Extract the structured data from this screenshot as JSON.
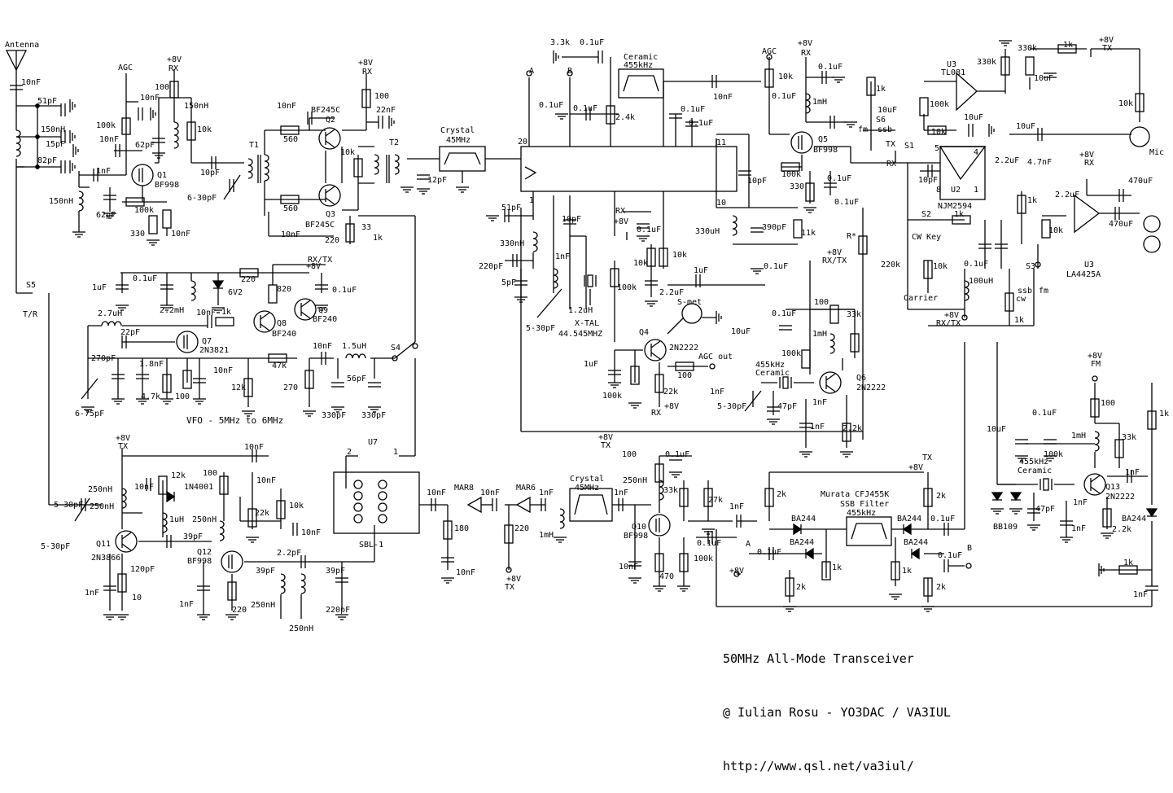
{
  "credits": {
    "title": "50MHz All-Mode Transceiver",
    "author": "@ Iulian Rosu - YO3DAC / VA3IUL",
    "url": "http://www.qsl.net/va3iul/"
  },
  "vfo_caption": "VFO - 5MHz to 6MHz",
  "labels": [
    {
      "id": "ant",
      "t": "Antenna"
    },
    {
      "id": "c10n_a",
      "t": "10nF"
    },
    {
      "id": "c51p",
      "t": "51pF"
    },
    {
      "id": "l150n_a",
      "t": "150nH"
    },
    {
      "id": "c15p",
      "t": "15pF"
    },
    {
      "id": "c82p",
      "t": "82pF"
    },
    {
      "id": "agc1",
      "t": "AGC"
    },
    {
      "id": "p8v_rx1",
      "t": "+8V"
    },
    {
      "id": "rx1",
      "t": "RX"
    },
    {
      "id": "r100_a",
      "t": "100"
    },
    {
      "id": "c10n_b",
      "t": "10nF"
    },
    {
      "id": "l150n_b",
      "t": "150nH"
    },
    {
      "id": "r100k_a",
      "t": "100k"
    },
    {
      "id": "c10n_c",
      "t": "10nF"
    },
    {
      "id": "c62p_a",
      "t": "62pF"
    },
    {
      "id": "r10k_a",
      "t": "10k"
    },
    {
      "id": "q1",
      "t": "Q1"
    },
    {
      "id": "bf998_1",
      "t": "BF998"
    },
    {
      "id": "c1n_a",
      "t": "1nF"
    },
    {
      "id": "c10p_a",
      "t": "10pF"
    },
    {
      "id": "t1",
      "t": "T1"
    },
    {
      "id": "c630_a",
      "t": "6-30pF"
    },
    {
      "id": "l150n_c",
      "t": "150nH"
    },
    {
      "id": "c62p_b",
      "t": "62pF"
    },
    {
      "id": "r100k_b",
      "t": "100k"
    },
    {
      "id": "r330_a",
      "t": "330"
    },
    {
      "id": "c10n_d",
      "t": "10nF"
    },
    {
      "id": "c10n_e",
      "t": "10nF"
    },
    {
      "id": "bf245c_1",
      "t": "BF245C"
    },
    {
      "id": "q2",
      "t": "Q2"
    },
    {
      "id": "r560_a",
      "t": "560"
    },
    {
      "id": "r10k_b",
      "t": "10k"
    },
    {
      "id": "q3",
      "t": "Q3"
    },
    {
      "id": "r560_b",
      "t": "560"
    },
    {
      "id": "bf245c_2",
      "t": "BF245C"
    },
    {
      "id": "c10n_f",
      "t": "10nF"
    },
    {
      "id": "p8v_rx2",
      "t": "+8V"
    },
    {
      "id": "rx2",
      "t": "RX"
    },
    {
      "id": "r100_b",
      "t": "100"
    },
    {
      "id": "c22n",
      "t": "22nF"
    },
    {
      "id": "t2",
      "t": "T2"
    },
    {
      "id": "c12p",
      "t": "12pF"
    },
    {
      "id": "xtal45_a",
      "t": "Crystal"
    },
    {
      "id": "xtal45_a2",
      "t": "45MHz"
    },
    {
      "id": "r33_a",
      "t": "33"
    },
    {
      "id": "r220_a",
      "t": "220"
    },
    {
      "id": "r1k_a",
      "t": "1k"
    },
    {
      "id": "s5",
      "t": "S5"
    },
    {
      "id": "tr",
      "t": "T/R"
    },
    {
      "id": "c01u_a",
      "t": "0.1uF"
    },
    {
      "id": "r220_b",
      "t": "220"
    },
    {
      "id": "rxtx1",
      "t": "RX/TX"
    },
    {
      "id": "p8v_3",
      "t": "+8V"
    },
    {
      "id": "c1u_a",
      "t": "1uF"
    },
    {
      "id": "l22m",
      "t": "2.2mH"
    },
    {
      "id": "z6v2",
      "t": "6V2"
    },
    {
      "id": "r820",
      "t": "820"
    },
    {
      "id": "c01u_b",
      "t": "0.1uF"
    },
    {
      "id": "l27u",
      "t": "2.7uH"
    },
    {
      "id": "c10n_g",
      "t": "10nF"
    },
    {
      "id": "r1k_b",
      "t": "1k"
    },
    {
      "id": "q9",
      "t": "Q9"
    },
    {
      "id": "bf240_9",
      "t": "BF240"
    },
    {
      "id": "c22p",
      "t": "22pF"
    },
    {
      "id": "q8",
      "t": "Q8"
    },
    {
      "id": "bf240_8",
      "t": "BF240"
    },
    {
      "id": "q7",
      "t": "Q7"
    },
    {
      "id": "n3821",
      "t": "2N3821"
    },
    {
      "id": "c270p_a",
      "t": "270pF"
    },
    {
      "id": "c18n",
      "t": "1.8nF"
    },
    {
      "id": "c10n_h",
      "t": "10nF"
    },
    {
      "id": "r47k",
      "t": "47k"
    },
    {
      "id": "c10n_i",
      "t": "10nF"
    },
    {
      "id": "l15u",
      "t": "1.5uH"
    },
    {
      "id": "s4",
      "t": "S4"
    },
    {
      "id": "c56p",
      "t": "56pF"
    },
    {
      "id": "r47k_b",
      "t": "4.7k"
    },
    {
      "id": "r100_c",
      "t": "100"
    },
    {
      "id": "r12k_a",
      "t": "12k"
    },
    {
      "id": "r270_a",
      "t": "270"
    },
    {
      "id": "c675",
      "t": "6-75pF"
    },
    {
      "id": "c330p_a",
      "t": "330pF"
    },
    {
      "id": "c330p_b",
      "t": "330pF"
    },
    {
      "id": "u7",
      "t": "U7"
    },
    {
      "id": "sbl1",
      "t": "SBL-1"
    },
    {
      "id": "p2",
      "t": "2"
    },
    {
      "id": "p1",
      "t": "1"
    },
    {
      "id": "p8v_tx1",
      "t": "+8V"
    },
    {
      "id": "tx1",
      "t": "TX"
    },
    {
      "id": "c10n_j",
      "t": "10nF"
    },
    {
      "id": "l250n_a",
      "t": "250nH"
    },
    {
      "id": "c10n_k",
      "t": "10nF"
    },
    {
      "id": "r12k_b",
      "t": "12k"
    },
    {
      "id": "d1n4001",
      "t": "1N4001"
    },
    {
      "id": "r100_d",
      "t": "100"
    },
    {
      "id": "c10n_l",
      "t": "10nF"
    },
    {
      "id": "c530_a",
      "t": "5-30pF"
    },
    {
      "id": "l250n_b",
      "t": "250nH"
    },
    {
      "id": "l1u",
      "t": "1uH"
    },
    {
      "id": "l250n_c",
      "t": "250nH"
    },
    {
      "id": "r22k_a",
      "t": "22k"
    },
    {
      "id": "r10k_c",
      "t": "10k"
    },
    {
      "id": "c10n_m",
      "t": "10nF"
    },
    {
      "id": "c530_b",
      "t": "5-30pF"
    },
    {
      "id": "q11",
      "t": "Q11"
    },
    {
      "id": "n3866",
      "t": "2N3866"
    },
    {
      "id": "c39p_a",
      "t": "39pF"
    },
    {
      "id": "q12",
      "t": "Q12"
    },
    {
      "id": "bf998_12",
      "t": "BF998"
    },
    {
      "id": "c22p_b",
      "t": "2.2pF"
    },
    {
      "id": "c120p",
      "t": "120pF"
    },
    {
      "id": "c39p_b",
      "t": "39pF"
    },
    {
      "id": "c39p_c",
      "t": "39pF"
    },
    {
      "id": "c1n_b",
      "t": "1nF"
    },
    {
      "id": "r10_a",
      "t": "10"
    },
    {
      "id": "c1n_c",
      "t": "1nF"
    },
    {
      "id": "r220_c",
      "t": "220"
    },
    {
      "id": "l250n_d",
      "t": "250nH"
    },
    {
      "id": "c220p_a",
      "t": "220pF"
    },
    {
      "id": "l250n_e",
      "t": "250nH"
    },
    {
      "id": "c10n_n",
      "t": "10nF"
    },
    {
      "id": "mar8",
      "t": "MAR8"
    },
    {
      "id": "c10n_o",
      "t": "10nF"
    },
    {
      "id": "mar6",
      "t": "MAR6"
    },
    {
      "id": "c1n_d",
      "t": "1nF"
    },
    {
      "id": "r180",
      "t": "180"
    },
    {
      "id": "r220_d",
      "t": "220"
    },
    {
      "id": "l1m_a",
      "t": "1mH"
    },
    {
      "id": "c10n_p",
      "t": "10nF"
    },
    {
      "id": "p8v_tx2",
      "t": "+8V"
    },
    {
      "id": "tx2",
      "t": "TX"
    },
    {
      "id": "xtal45_b",
      "t": "Crystal"
    },
    {
      "id": "xtal45_b2",
      "t": "45MHz"
    },
    {
      "id": "c1n_e",
      "t": "1nF"
    },
    {
      "id": "p8v_tx3",
      "t": "+8V"
    },
    {
      "id": "tx3",
      "t": "TX"
    },
    {
      "id": "r100_e",
      "t": "100"
    },
    {
      "id": "c01u_c",
      "t": "0.1uF"
    },
    {
      "id": "l250n_f",
      "t": "250nH"
    },
    {
      "id": "r33k_a",
      "t": "33k"
    },
    {
      "id": "r27k",
      "t": "27k"
    },
    {
      "id": "c1n_f",
      "t": "1nF"
    },
    {
      "id": "q10",
      "t": "Q10"
    },
    {
      "id": "bf998_10",
      "t": "BF998"
    },
    {
      "id": "c10n_q",
      "t": "10nF"
    },
    {
      "id": "c01u_d",
      "t": "0.1uF"
    },
    {
      "id": "r100k_c",
      "t": "100k"
    },
    {
      "id": "r470",
      "t": "470"
    },
    {
      "id": "r33k_u",
      "t": "3.3k"
    },
    {
      "id": "c01u_e",
      "t": "0.1uF"
    },
    {
      "id": "ceramic1",
      "t": "Ceramic"
    },
    {
      "id": "cer455_1",
      "t": "455kHz"
    },
    {
      "id": "lblA1",
      "t": "A"
    },
    {
      "id": "lblB1",
      "t": "B"
    },
    {
      "id": "c01u_f",
      "t": "0.1uF"
    },
    {
      "id": "c01u_g",
      "t": "0.1uF"
    },
    {
      "id": "r24k",
      "t": "2.4k"
    },
    {
      "id": "c10n_r",
      "t": "10nF"
    },
    {
      "id": "c01u_h",
      "t": "0.1uF"
    },
    {
      "id": "c01u_i",
      "t": "0.1uF"
    },
    {
      "id": "pin20",
      "t": "20"
    },
    {
      "id": "pin11",
      "t": "11"
    },
    {
      "id": "pin1",
      "t": "1"
    },
    {
      "id": "pin10",
      "t": "10"
    },
    {
      "id": "c51p_b",
      "t": "51pF"
    },
    {
      "id": "l330n",
      "t": "330nH"
    },
    {
      "id": "c220p_b",
      "t": "220pF"
    },
    {
      "id": "c5p",
      "t": "5pF"
    },
    {
      "id": "c10p_b",
      "t": "10pF"
    },
    {
      "id": "c1n_g",
      "t": "1nF"
    },
    {
      "id": "p8v_4",
      "t": "+8V"
    },
    {
      "id": "rx3",
      "t": "RX"
    },
    {
      "id": "c01u_j",
      "t": "0.1uF"
    },
    {
      "id": "r10k_d",
      "t": "10k"
    },
    {
      "id": "r10k_e",
      "t": "10k"
    },
    {
      "id": "c1u_b",
      "t": "1uF"
    },
    {
      "id": "c22u_a",
      "t": "2.2uF"
    },
    {
      "id": "r100k_d",
      "t": "100k"
    },
    {
      "id": "l12u",
      "t": "1.2uH"
    },
    {
      "id": "xtal44",
      "t": "X-TAL"
    },
    {
      "id": "xtal44b",
      "t": "44.545MHZ"
    },
    {
      "id": "c530_c",
      "t": "5-30pF"
    },
    {
      "id": "l330u",
      "t": "330uH"
    },
    {
      "id": "c390p",
      "t": "390pF"
    },
    {
      "id": "r11k",
      "t": "11k"
    },
    {
      "id": "c01u_k",
      "t": "0.1uF"
    },
    {
      "id": "c10p_c",
      "t": "10pF"
    },
    {
      "id": "smet",
      "t": "S-met"
    },
    {
      "id": "q4",
      "t": "Q4"
    },
    {
      "id": "n2222_4",
      "t": "2N2222"
    },
    {
      "id": "c1u_c",
      "t": "1uF"
    },
    {
      "id": "agcout",
      "t": "AGC out"
    },
    {
      "id": "r100_f",
      "t": "100"
    },
    {
      "id": "r100k_e",
      "t": "100k"
    },
    {
      "id": "r22k_b",
      "t": "22k"
    },
    {
      "id": "p8v_5",
      "t": "+8V"
    },
    {
      "id": "rx4",
      "t": "RX"
    },
    {
      "id": "c1n_h",
      "t": "1nF"
    },
    {
      "id": "agc2",
      "t": "AGC"
    },
    {
      "id": "p8v_rx6",
      "t": "+8V"
    },
    {
      "id": "rx6",
      "t": "RX"
    },
    {
      "id": "c01u_l",
      "t": "0.1uF"
    },
    {
      "id": "r10k_f",
      "t": "10k"
    },
    {
      "id": "l1m_b",
      "t": "1mH"
    },
    {
      "id": "c01u_m",
      "t": "0.1uF"
    },
    {
      "id": "q5",
      "t": "Q5"
    },
    {
      "id": "bf998_5",
      "t": "BF998"
    },
    {
      "id": "r100k_f",
      "t": "100k"
    },
    {
      "id": "r330_b",
      "t": "330"
    },
    {
      "id": "c01u_n",
      "t": "0.1uF"
    },
    {
      "id": "c01u_o",
      "t": "0.1uF"
    },
    {
      "id": "rstar",
      "t": "R*"
    },
    {
      "id": "r1k_c",
      "t": "1k"
    },
    {
      "id": "c10u_a",
      "t": "10uF"
    },
    {
      "id": "s6",
      "t": "S6"
    },
    {
      "id": "fm1",
      "t": "fm"
    },
    {
      "id": "ssb1",
      "t": "ssb"
    },
    {
      "id": "tx4",
      "t": "TX"
    },
    {
      "id": "rx5",
      "t": "RX"
    },
    {
      "id": "s1",
      "t": "S1"
    },
    {
      "id": "c10p_d",
      "t": "10pF"
    },
    {
      "id": "r100k_g",
      "t": "100k"
    },
    {
      "id": "r10k_g",
      "t": "10k"
    },
    {
      "id": "c10u_b",
      "t": "10uF"
    },
    {
      "id": "u3a",
      "t": "U3"
    },
    {
      "id": "tl081",
      "t": "TL081"
    },
    {
      "id": "r330k_a",
      "t": "330k"
    },
    {
      "id": "r330k_b",
      "t": "330k"
    },
    {
      "id": "r1k_d",
      "t": "1k"
    },
    {
      "id": "p8v_tx4",
      "t": "+8V"
    },
    {
      "id": "tx5",
      "t": "TX"
    },
    {
      "id": "c10u_c",
      "t": "10uF"
    },
    {
      "id": "r10k_h",
      "t": "10k"
    },
    {
      "id": "c10u_d",
      "t": "10uF"
    },
    {
      "id": "mic",
      "t": "Mic"
    },
    {
      "id": "pin5",
      "t": "5"
    },
    {
      "id": "pin4",
      "t": "4"
    },
    {
      "id": "pin8",
      "t": "8"
    },
    {
      "id": "pin1b",
      "t": "1"
    },
    {
      "id": "u2",
      "t": "U2"
    },
    {
      "id": "njm",
      "t": "NJM2594"
    },
    {
      "id": "c22u_b",
      "t": "2.2uF"
    },
    {
      "id": "c47n",
      "t": "4.7nF"
    },
    {
      "id": "p8v_rx7",
      "t": "+8V"
    },
    {
      "id": "rx7",
      "t": "RX"
    },
    {
      "id": "r1k_e",
      "t": "1k"
    },
    {
      "id": "c22u_c",
      "t": "2.2uF"
    },
    {
      "id": "c470u_a",
      "t": "470uF"
    },
    {
      "id": "c470u_b",
      "t": "470uF"
    },
    {
      "id": "s2",
      "t": "S2"
    },
    {
      "id": "r1k_f",
      "t": "1k"
    },
    {
      "id": "cwkey",
      "t": "CW Key"
    },
    {
      "id": "r10k_i",
      "t": "10k"
    },
    {
      "id": "r220k",
      "t": "220k"
    },
    {
      "id": "r10k_j",
      "t": "10k"
    },
    {
      "id": "c01u_p",
      "t": "0.1uF"
    },
    {
      "id": "carrier",
      "t": "Carrier"
    },
    {
      "id": "l100u",
      "t": "100uH"
    },
    {
      "id": "p8v_rxtx2",
      "t": "+8V"
    },
    {
      "id": "rxtx2",
      "t": "RX/TX"
    },
    {
      "id": "s3",
      "t": "S3"
    },
    {
      "id": "ssb2",
      "t": "ssb"
    },
    {
      "id": "fm2",
      "t": "fm"
    },
    {
      "id": "cw",
      "t": "cw"
    },
    {
      "id": "r1k_g",
      "t": "1k"
    },
    {
      "id": "u3b",
      "t": "U3"
    },
    {
      "id": "la4425",
      "t": "LA4425A"
    },
    {
      "id": "p8v_rxtx3",
      "t": "+8V"
    },
    {
      "id": "rxtx3",
      "t": "RX/TX"
    },
    {
      "id": "r100_g",
      "t": "100"
    },
    {
      "id": "c01u_q",
      "t": "0.1uF"
    },
    {
      "id": "r33k_b",
      "t": "33k"
    },
    {
      "id": "c10u_e",
      "t": "10uF"
    },
    {
      "id": "r100k_h",
      "t": "100k"
    },
    {
      "id": "l1m_c",
      "t": "1mH"
    },
    {
      "id": "cer455_2a",
      "t": "455kHz"
    },
    {
      "id": "cer455_2b",
      "t": "Ceramic"
    },
    {
      "id": "q6",
      "t": "Q6"
    },
    {
      "id": "n2222_6",
      "t": "2N2222"
    },
    {
      "id": "c530_d",
      "t": "5-30pF"
    },
    {
      "id": "c47p_a",
      "t": "47pF"
    },
    {
      "id": "c1n_i",
      "t": "1nF"
    },
    {
      "id": "c1n_j",
      "t": "1nF"
    },
    {
      "id": "r22k_c",
      "t": "2.2k"
    },
    {
      "id": "p8v_tx5",
      "t": "+8V"
    },
    {
      "id": "tx6",
      "t": "TX"
    },
    {
      "id": "murata",
      "t": "Murata CFJ455K"
    },
    {
      "id": "ssbfilt",
      "t": "SSB Filter"
    },
    {
      "id": "ssb455",
      "t": "455kHz"
    },
    {
      "id": "r2k_a",
      "t": "2k"
    },
    {
      "id": "r2k_b",
      "t": "2k"
    },
    {
      "id": "ba244_a",
      "t": "BA244"
    },
    {
      "id": "ba244_b",
      "t": "BA244"
    },
    {
      "id": "ba244_c",
      "t": "BA244"
    },
    {
      "id": "ba244_d",
      "t": "BA244"
    },
    {
      "id": "c01u_r",
      "t": "0.1uF"
    },
    {
      "id": "lblA2",
      "t": "A"
    },
    {
      "id": "c01u_s",
      "t": "0.1uF"
    },
    {
      "id": "lblB2",
      "t": "B"
    },
    {
      "id": "c01u_t",
      "t": "0.1uF"
    },
    {
      "id": "p8v_6",
      "t": "+8V"
    },
    {
      "id": "r2k_c",
      "t": "2k"
    },
    {
      "id": "r1k_h",
      "t": "1k"
    },
    {
      "id": "r1k_i",
      "t": "1k"
    },
    {
      "id": "r2k_d",
      "t": "2k"
    },
    {
      "id": "p8v_fm",
      "t": "+8V"
    },
    {
      "id": "fm3",
      "t": "FM"
    },
    {
      "id": "r100_h",
      "t": "100"
    },
    {
      "id": "c10u_f",
      "t": "10uF"
    },
    {
      "id": "c01u_u",
      "t": "0.1uF"
    },
    {
      "id": "r100k_i",
      "t": "100k"
    },
    {
      "id": "l1m_d",
      "t": "1mH"
    },
    {
      "id": "r33k_c",
      "t": "33k"
    },
    {
      "id": "r1k_j",
      "t": "1k"
    },
    {
      "id": "cer455_3a",
      "t": "455kHz"
    },
    {
      "id": "cer455_3b",
      "t": "Ceramic"
    },
    {
      "id": "c1n_k",
      "t": "1nF"
    },
    {
      "id": "q13",
      "t": "Q13"
    },
    {
      "id": "n2222_13",
      "t": "2N2222"
    },
    {
      "id": "c47p_b",
      "t": "47pF"
    },
    {
      "id": "c1n_l",
      "t": "1nF"
    },
    {
      "id": "c1n_m",
      "t": "1nF"
    },
    {
      "id": "bb109",
      "t": "BB109"
    },
    {
      "id": "r22k_d",
      "t": "2.2k"
    },
    {
      "id": "ba244_e",
      "t": "BA244"
    },
    {
      "id": "r1k_k",
      "t": "1k"
    },
    {
      "id": "c1n_n",
      "t": "1nF"
    }
  ]
}
